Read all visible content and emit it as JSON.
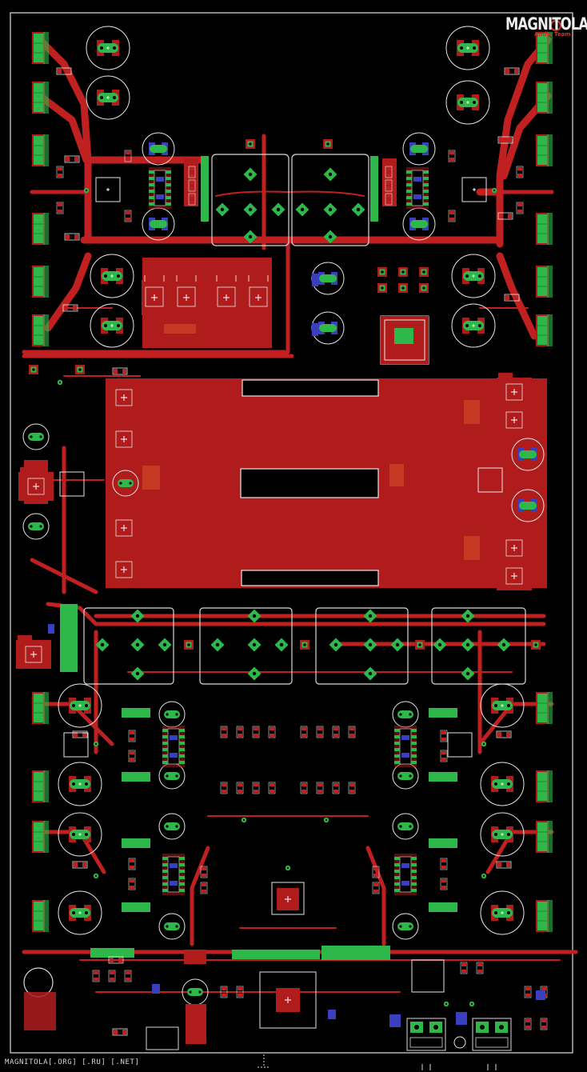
{
  "logo": {
    "brand": "MAGNITOLA",
    "sub": "Audio Team"
  },
  "footer": {
    "text": "MAGNITOLA[.ORG] [.RU] [.NET]"
  },
  "colors": {
    "background": "#000000",
    "copper": "#b01c1c",
    "copper_dark": "#8e1515",
    "trace": "#c02020",
    "pad": "#2fb84a",
    "via_blue": "#3a3fc0",
    "silkscreen": "#e6e6e6",
    "outline": "#cfcfcf"
  }
}
